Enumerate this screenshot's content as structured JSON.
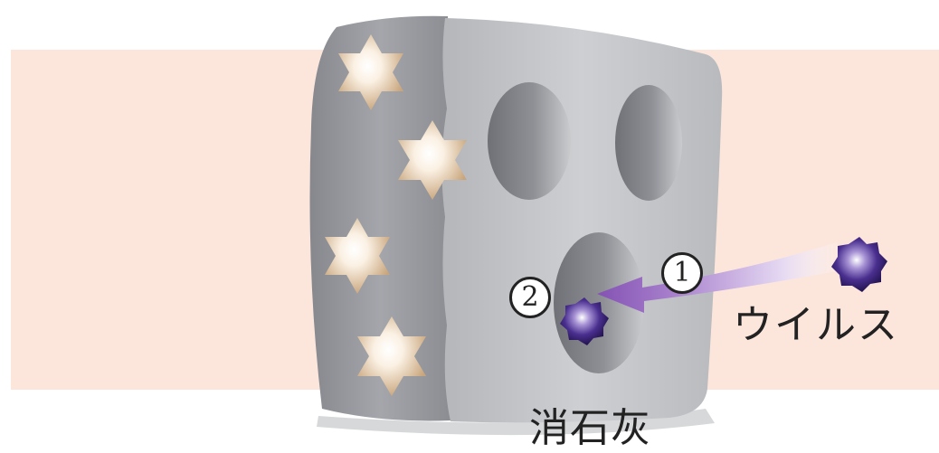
{
  "labels": {
    "virus": "ウイルス",
    "slaked_lime": "消石灰"
  },
  "steps": {
    "first": "1",
    "second": "2"
  },
  "colors": {
    "background_band": "#fce6dc",
    "block": "#a9abb0",
    "block_front": "#c4c6ca",
    "crystal": "#d9b88f",
    "virus": "#3b2476",
    "arrow": "#8c5cb6"
  },
  "icons": {
    "crystal": "six-point-star-crystal-icon",
    "virus": "spiky-virus-icon"
  }
}
